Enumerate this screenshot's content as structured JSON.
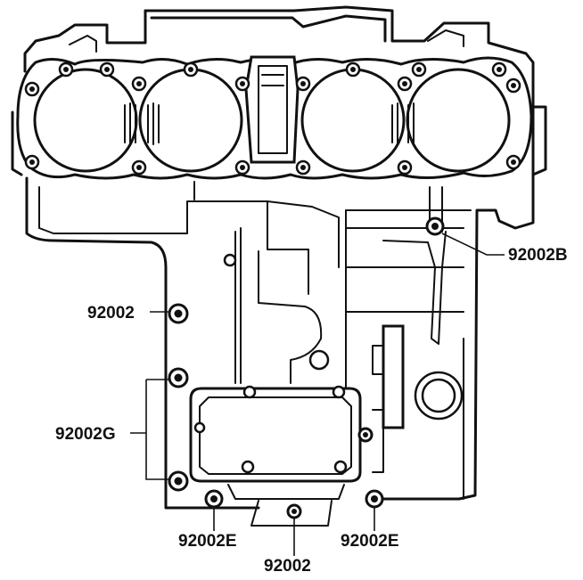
{
  "callouts": {
    "b": "92002B",
    "left": "92002",
    "g": "92002G",
    "e_left": "92002E",
    "bottom": "92002",
    "e_right": "92002E"
  }
}
